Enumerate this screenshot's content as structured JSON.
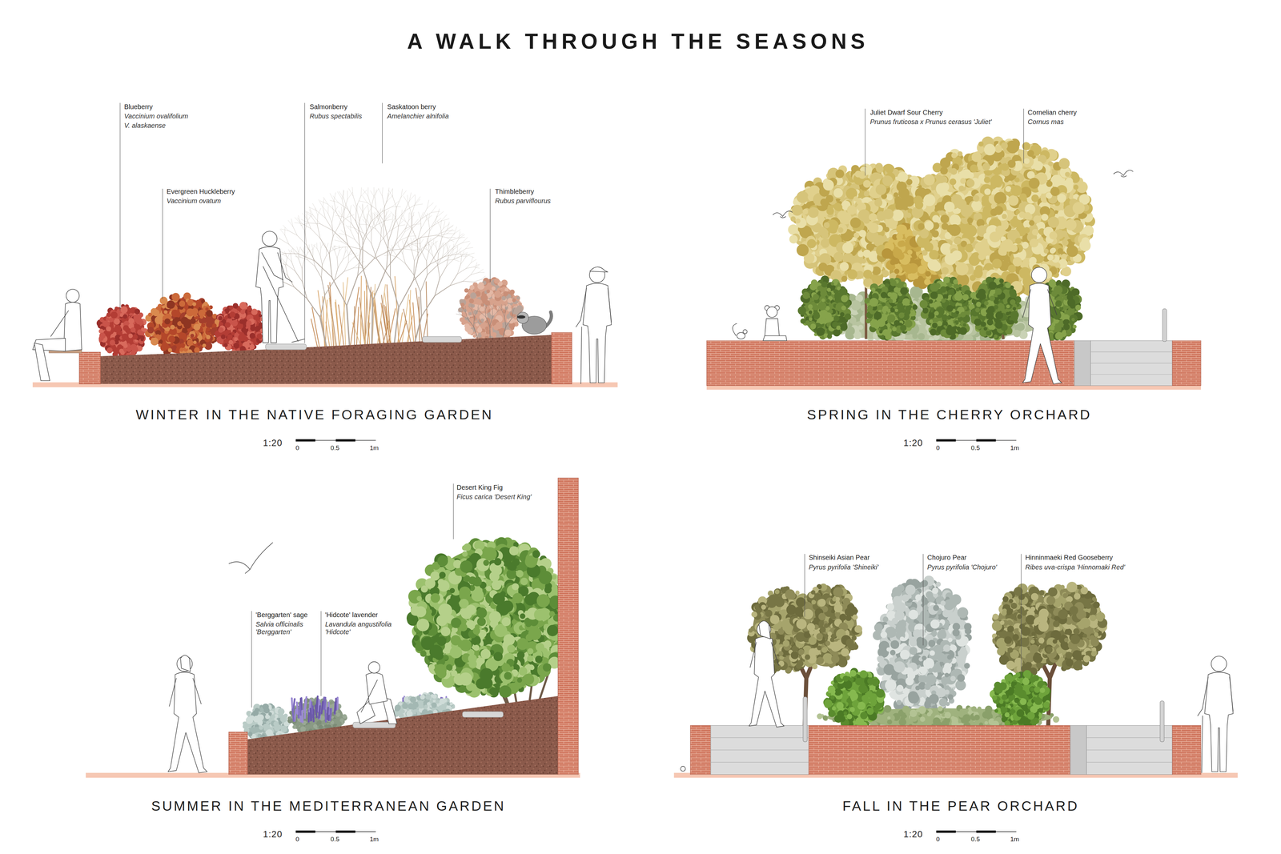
{
  "diagram": {
    "title": "A WALK THROUGH THE SEASONS",
    "labels": [
      "Blueberry",
      "Vaccinium ovalifolium",
      "V. alaskaense",
      "Evergreen Huckleberry",
      "Vaccinium ovatum",
      "Salmonberry",
      "Rubus spectabilis",
      "Saskatoon berry",
      "Amelanchier alnifolia",
      "Thimbleberry",
      "Rubus parviflourus",
      "WINTER IN THE NATIVE FORAGING GARDEN",
      "1:20",
      "0",
      "0.5",
      "1m",
      "Juliet Dwarf Sour Cherry",
      "Prunus fruticosa x Prunus cerasus 'Juliet'",
      "Cornelian cherry",
      "Cornus mas",
      "SPRING IN THE CHERRY ORCHARD",
      "1:20",
      "0",
      "0.5",
      "1m",
      "Desert King Fig",
      "Ficus carica 'Desert King'",
      "'Berggarten' sage",
      "Salvia officinalis 'Berggarten'",
      "'Hidcote' lavender",
      "Lavandula angustifolia 'Hidcote'",
      "SUMMER IN THE MEDITERRANEAN GARDEN",
      "1:20",
      "0",
      "0.5",
      "1m",
      "Shinseiki Asian Pear",
      "Pyrus pyrifolia 'Shineiki'",
      "Chojuro Pear",
      "Pyrus pyrifolia 'Chojuro'",
      "Hinninmaeki Red Gooseberry",
      "Ribes uva-crispa 'Hinnomaki Red'",
      "FALL IN THE PEAR ORCHARD",
      "1:20",
      "0",
      "0.5",
      "1m"
    ]
  }
}
